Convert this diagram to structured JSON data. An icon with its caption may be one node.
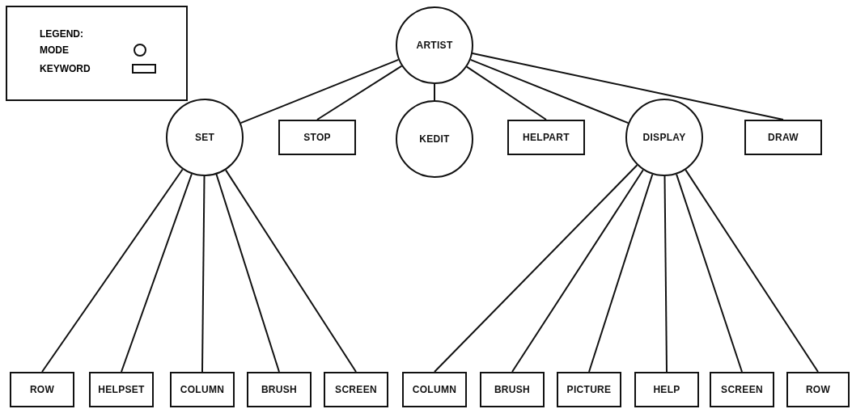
{
  "diagram": {
    "nodes": [
      {
        "text": [
          "ARTIST"
        ]
      },
      {
        "text": [
          "SET"
        ]
      },
      {
        "text": [
          "STOP"
        ]
      },
      {
        "text": [
          "KEDIT"
        ]
      },
      {
        "text": [
          "HELPART"
        ]
      },
      {
        "text": [
          "DISPLAY"
        ]
      },
      {
        "text": [
          "DRAW"
        ]
      },
      {
        "text": [
          "ROW"
        ]
      },
      {
        "text": [
          "HELPSET"
        ]
      },
      {
        "text": [
          "COLUMN"
        ]
      },
      {
        "text": [
          "BRUSH"
        ]
      },
      {
        "text": [
          "SCREEN"
        ]
      },
      {
        "text": [
          "COLUMN"
        ]
      },
      {
        "text": [
          "BRUSH"
        ]
      },
      {
        "text": [
          "PICTURE"
        ]
      },
      {
        "text": [
          "HELP"
        ]
      },
      {
        "text": [
          "SCREEN"
        ]
      },
      {
        "text": [
          "ROW"
        ]
      }
    ],
    "edges": [
      {
        "from": 0,
        "to": 1,
        "arrow": "none"
      },
      {
        "from": 0,
        "to": 2,
        "arrow": "none"
      },
      {
        "from": 0,
        "to": 3,
        "arrow": "none"
      },
      {
        "from": 0,
        "to": 4,
        "arrow": "none"
      },
      {
        "from": 0,
        "to": 5,
        "arrow": "none"
      },
      {
        "from": 0,
        "to": 6,
        "arrow": "none"
      },
      {
        "from": 1,
        "to": 7,
        "arrow": "none"
      },
      {
        "from": 1,
        "to": 8,
        "arrow": "none"
      },
      {
        "from": 1,
        "to": 9,
        "arrow": "none"
      },
      {
        "from": 1,
        "to": 10,
        "arrow": "none"
      },
      {
        "from": 1,
        "to": 11,
        "arrow": "none"
      },
      {
        "from": 5,
        "to": 12,
        "arrow": "none"
      },
      {
        "from": 5,
        "to": 13,
        "arrow": "none"
      },
      {
        "from": 5,
        "to": 14,
        "arrow": "none"
      },
      {
        "from": 5,
        "to": 15,
        "arrow": "none"
      },
      {
        "from": 5,
        "to": 16,
        "arrow": "none"
      },
      {
        "from": 5,
        "to": 17,
        "arrow": "none"
      }
    ],
    "labels": [
      "LEGEND:"
    ],
    "legend": [
      {
        "text": "MODE"
      },
      {
        "text": "KEYWORD"
      }
    ]
  }
}
